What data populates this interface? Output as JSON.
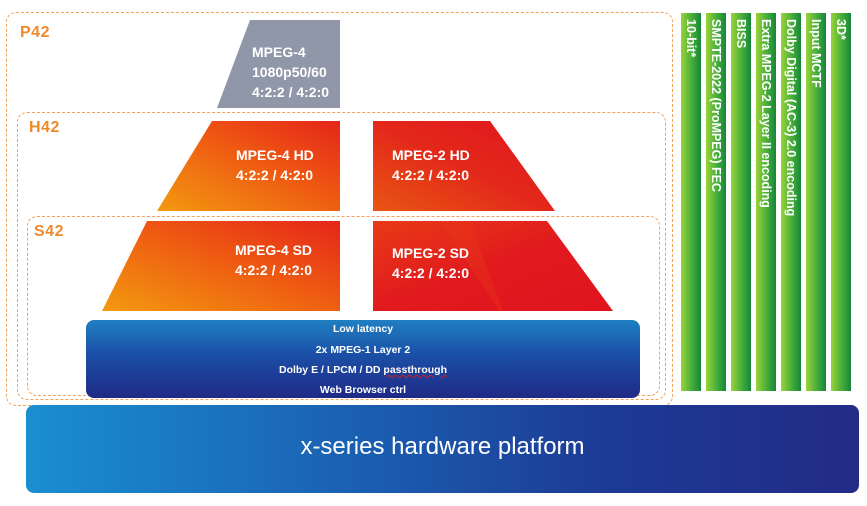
{
  "tiers": {
    "p42": "P42",
    "h42": "H42",
    "s42": "S42"
  },
  "codecs": {
    "mpeg4_uhd": [
      "MPEG-4",
      "1080p50/60",
      "4:2:2  / 4:2:0"
    ],
    "mpeg4_hd": [
      "MPEG-4 HD",
      "4:2:2  / 4:2:0"
    ],
    "mpeg2_hd": [
      "MPEG-2 HD",
      "4:2:2  / 4:2:0"
    ],
    "mpeg4_sd": [
      "MPEG-4 SD",
      "4:2:2  / 4:2:0"
    ],
    "mpeg2_sd": [
      "MPEG-2 SD",
      "4:2:2  / 4:2:0"
    ]
  },
  "common_features": {
    "line1": "Low latency",
    "line2": "2x  MPEG-1  Layer 2",
    "line3_prefix": "Dolby  E  / LPCM / DD ",
    "line3_suffix": "passthrough",
    "line4": "Web Browser ctrl"
  },
  "platform": "x-series hardware platform",
  "options": [
    "10-bit*",
    "SMPTE-2022 (ProMPEG) FEC",
    "BISS",
    "Extra MPEG-2 Layer II encoding",
    "Dolby Digital (AC-3) 2.0 encoding",
    "Input MCTF",
    "3D*"
  ],
  "colors": {
    "tier_border": "#f0a25a",
    "tier_label": "#f0892a",
    "codec_gray": "#8f97a8",
    "codec_orange": "#f08a10",
    "codec_red": "#e31b1b",
    "bar_green": "#5bb83a",
    "platform_blue": "#1b5fb0"
  }
}
